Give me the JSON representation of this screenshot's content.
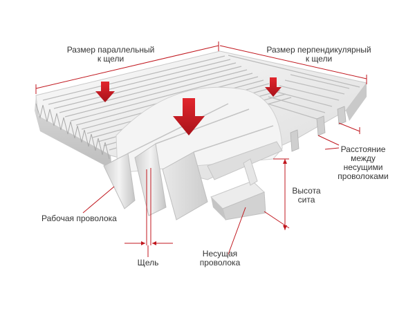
{
  "labels": {
    "parallel_line1": "Размер параллельный",
    "parallel_line2": "к щели",
    "perpendicular_line1": "Размер перпендикулярный",
    "perpendicular_line2": "к щели",
    "support_spacing_line1": "Расстояние",
    "support_spacing_line2": "между",
    "support_spacing_line3": "несущими",
    "support_spacing_line4": "проволоками",
    "screen_height_line1": "Высота",
    "screen_height_line2": "сита",
    "profile_wire": "Рабочая проволока",
    "slot": "Щель",
    "support_rod_line1": "Несущая",
    "support_rod_line2": "проволока"
  },
  "colors": {
    "metal_light": "#f2f2f2",
    "metal_mid": "#d6d6d6",
    "metal_dark": "#b4b4b4",
    "leader_line": "#c0161d",
    "arrow": "#c8151c",
    "text": "#333333"
  },
  "icons": [
    "flow-arrow-icon"
  ]
}
